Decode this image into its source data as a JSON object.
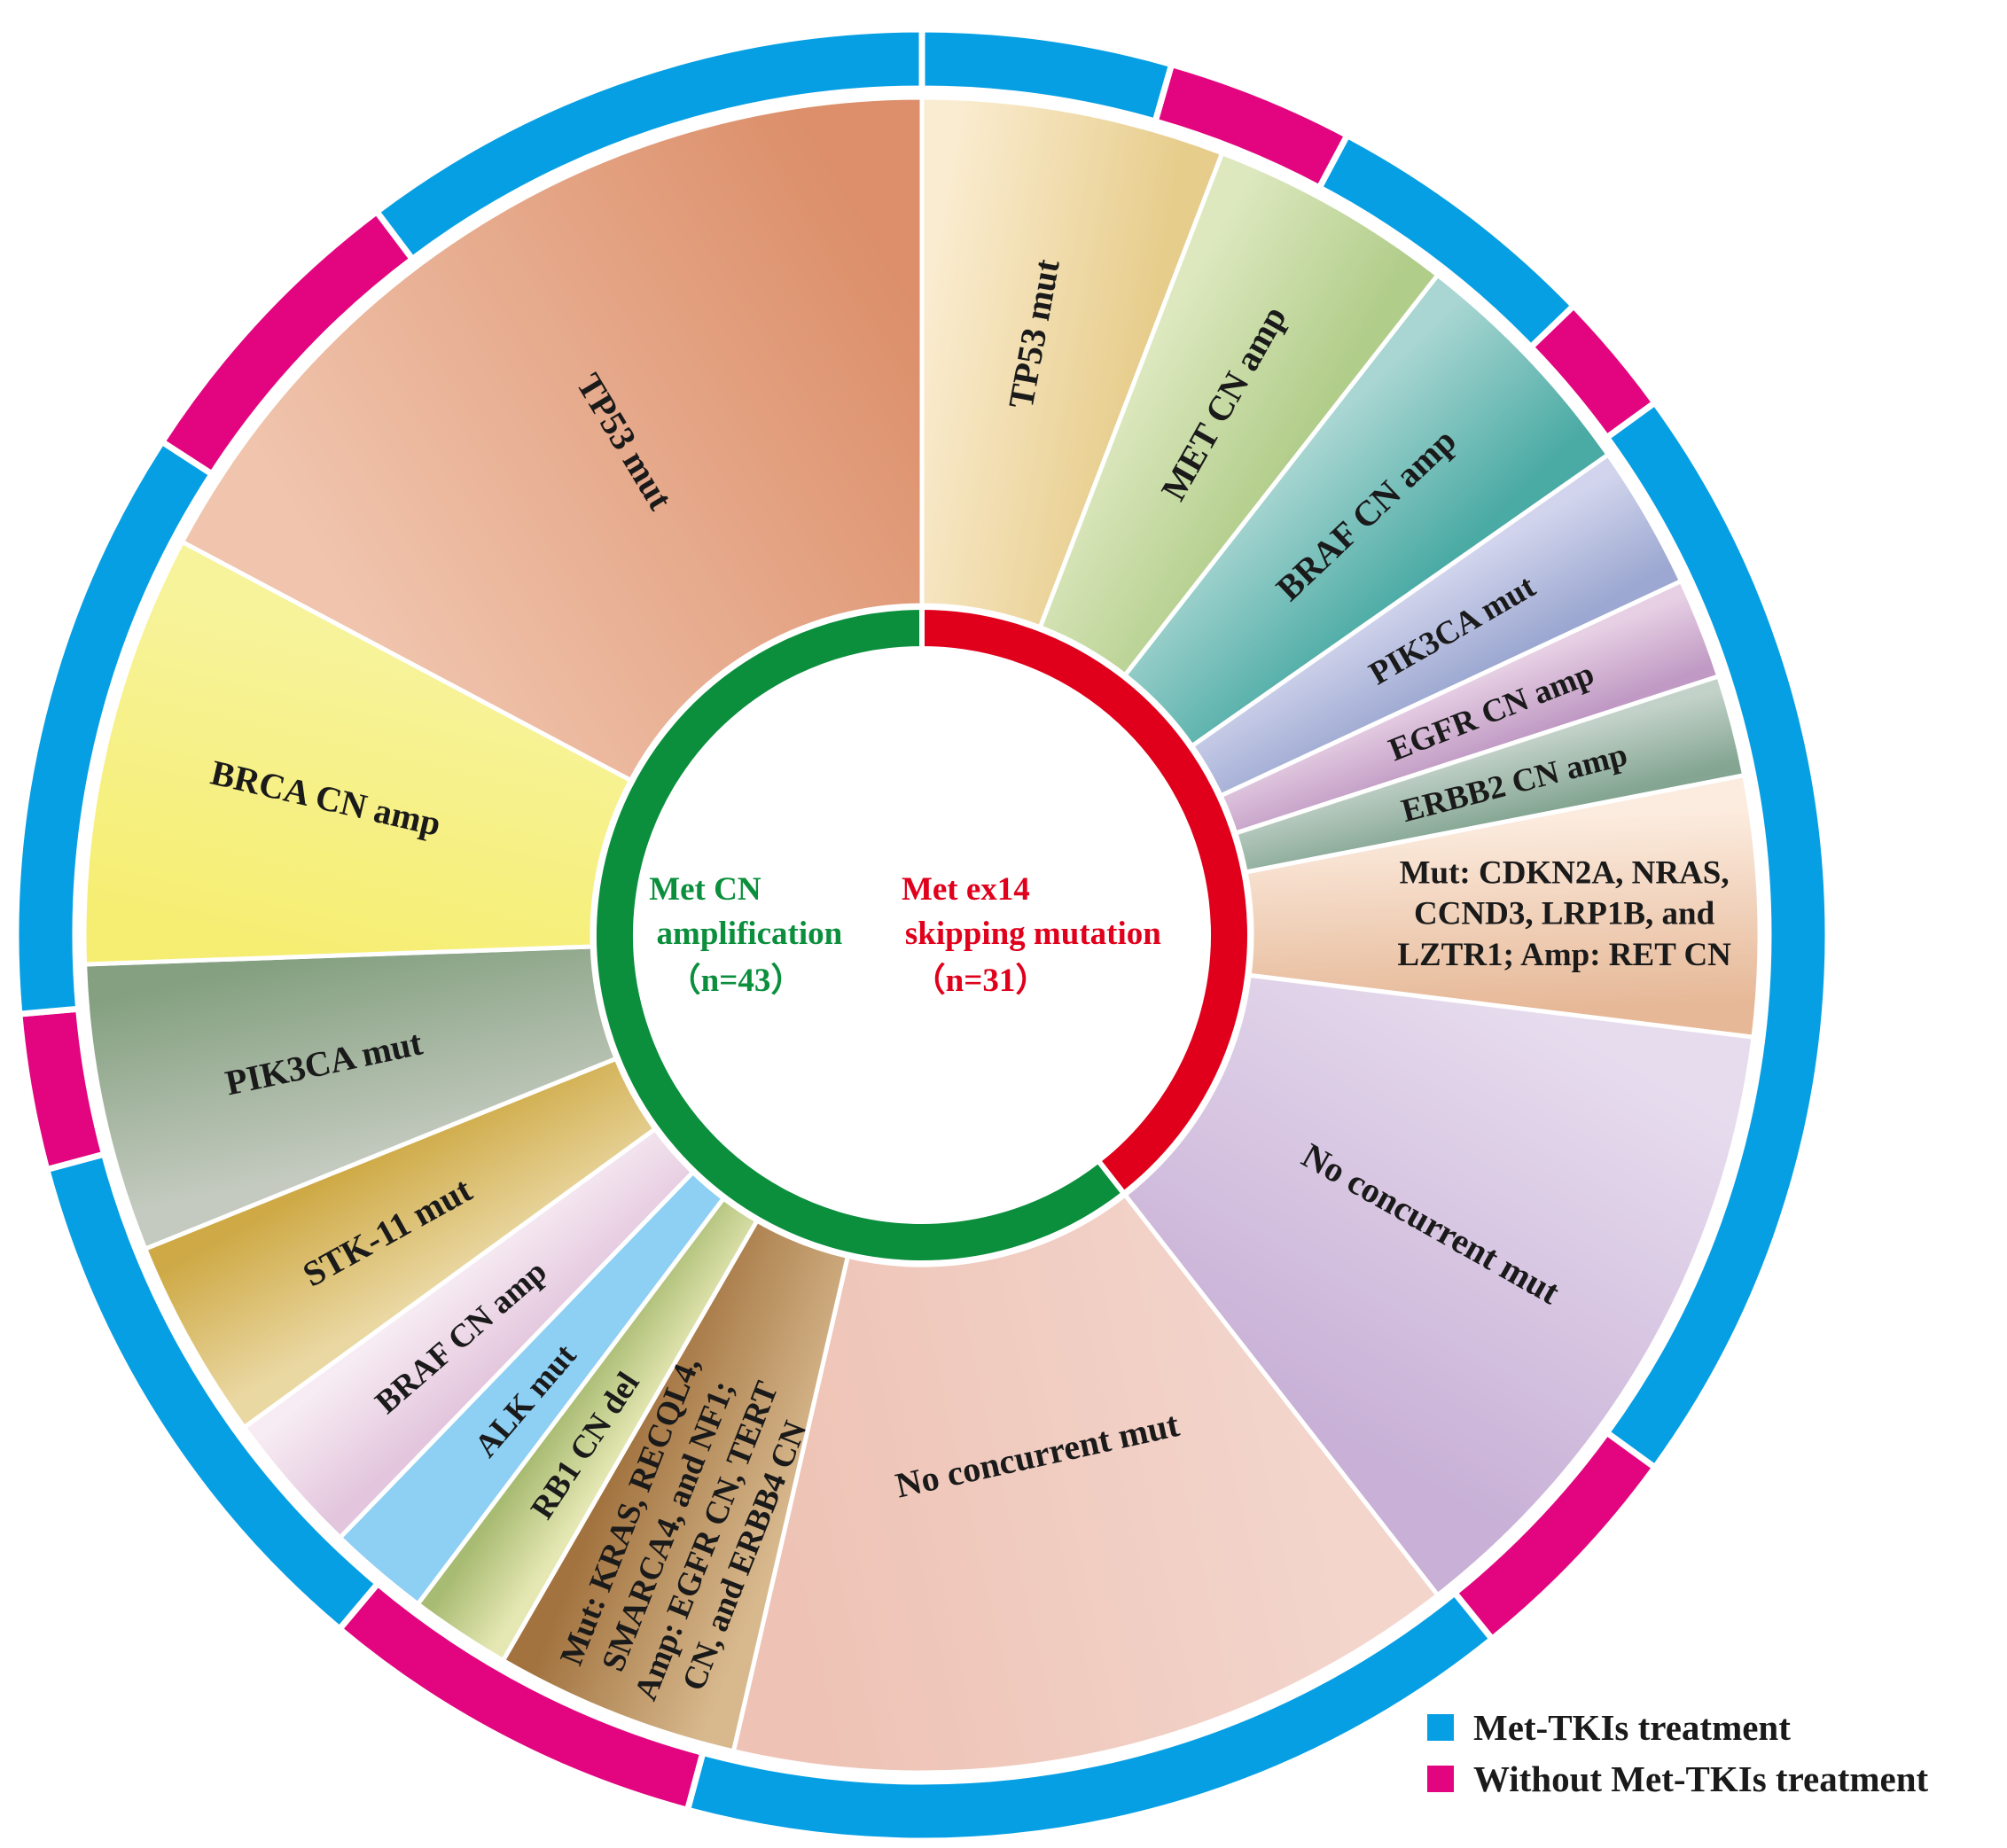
{
  "colors": {
    "met_tki": "#069fe4",
    "without_met_tki": "#e2057f",
    "cn_amp_group": "#0b8f3d",
    "ex14_group": "#e0001b"
  },
  "center": {
    "left_group_lines": [
      "Met CN",
      "amplification",
      "（n=43）"
    ],
    "right_group_lines": [
      "Met ex14",
      "skipping mutation",
      "（n=31）"
    ]
  },
  "legend": {
    "met_tki_label": "Met-TKIs treatment",
    "without_label": "Without Met-TKIs treatment"
  },
  "chart_data": {
    "type": "sunburst",
    "inner_ring": [
      {
        "name": "Met CN amplification",
        "n": 43
      },
      {
        "name": "Met ex14 skipping mutation",
        "n": 31
      }
    ],
    "segments": [
      {
        "group": "Met ex14 skipping mutation",
        "lines": [
          "TP53 mut"
        ],
        "start": 0,
        "end": 21,
        "c1": "#faecd0",
        "c2": "#e7cd8c"
      },
      {
        "group": "Met ex14 skipping mutation",
        "lines": [
          "MET CN amp"
        ],
        "start": 21,
        "end": 38,
        "c1": "#dde8bf",
        "c2": "#b1cd8a"
      },
      {
        "group": "Met ex14 skipping mutation",
        "lines": [
          "BRAF CN amp"
        ],
        "start": 38,
        "end": 55,
        "c1": "#a9d6d2",
        "c2": "#4aaaa4"
      },
      {
        "group": "Met ex14 skipping mutation",
        "lines": [
          "PIK3CA mut"
        ],
        "start": 55,
        "end": 65,
        "c1": "#d1d4ec",
        "c2": "#9ca8d1"
      },
      {
        "group": "Met ex14 skipping mutation",
        "lines": [
          "EGFR CN amp"
        ],
        "start": 65,
        "end": 72,
        "c1": "#e7d0e4",
        "c2": "#c09ac4"
      },
      {
        "group": "Met ex14 skipping mutation",
        "lines": [
          "ERBB2 CN amp"
        ],
        "start": 72,
        "end": 79,
        "c1": "#c3d2c9",
        "c2": "#83a592"
      },
      {
        "group": "Met ex14 skipping mutation",
        "lines": [
          "Mut: CDKN2A, NRAS,",
          "CCND3, LRP1B, and",
          "LZTR1; Amp: RET CN"
        ],
        "start": 79,
        "end": 97,
        "c1": "#fcecdf",
        "c2": "#e6b897"
      },
      {
        "group": "Met ex14 skipping mutation",
        "lines": [
          "No concurrent mut"
        ],
        "start": 97,
        "end": 142,
        "c1": "#e7dcee",
        "c2": "#c8b0d6"
      },
      {
        "group": "Met CN amplification",
        "lines": [
          "No concurrent mut"
        ],
        "start": 142,
        "end": 193,
        "c1": "#f3d5cc",
        "c2": "#eec3b5"
      },
      {
        "group": "Met CN amplification",
        "lines": [
          "Mut: KRAS, RECQL4,",
          "SMARCA4, and NF1;",
          "Amp: EGFR CN, TERT",
          "CN, and ERBB4 CN"
        ],
        "start": 193,
        "end": 210,
        "c1": "#d8b98e",
        "c2": "#a2733f"
      },
      {
        "group": "Met CN amplification",
        "lines": [
          "RB1 CN del"
        ],
        "start": 210,
        "end": 217,
        "c1": "#e6e8b4",
        "c2": "#a8bb72"
      },
      {
        "group": "Met CN amplification",
        "lines": [
          "ALK mut"
        ],
        "start": 217,
        "end": 224,
        "c1": "#8ecff4",
        "c2": "#8ecff4"
      },
      {
        "group": "Met CN amplification",
        "lines": [
          "BRAF CN amp"
        ],
        "start": 224,
        "end": 234,
        "c1": "#e3c6dd",
        "c2": "#f7ecf3"
      },
      {
        "group": "Met CN amplification",
        "lines": [
          "STK-11 mut"
        ],
        "start": 234,
        "end": 248,
        "c1": "#ead8a3",
        "c2": "#cea945"
      },
      {
        "group": "Met CN amplification",
        "lines": [
          "PIK3CA mut"
        ],
        "start": 248,
        "end": 268,
        "c1": "#c4cabf",
        "c2": "#84a080"
      },
      {
        "group": "Met CN amplification",
        "lines": [
          "BRCA CN amp"
        ],
        "start": 268,
        "end": 298,
        "c1": "#f6ee72",
        "c2": "#f7f39a"
      },
      {
        "group": "Met CN amplification",
        "lines": [
          "TP53 mut"
        ],
        "start": 298,
        "end": 360,
        "c1": "#f0c4ad",
        "c2": "#dc8f6a"
      }
    ],
    "outer_ring": [
      {
        "treatment": "Met-TKIs",
        "start": 0,
        "end": 16
      },
      {
        "treatment": "Without Met-TKIs",
        "start": 16,
        "end": 28
      },
      {
        "treatment": "Met-TKIs",
        "start": 28,
        "end": 46
      },
      {
        "treatment": "Without Met-TKIs",
        "start": 46,
        "end": 54
      },
      {
        "treatment": "Met-TKIs",
        "start": 54,
        "end": 126
      },
      {
        "treatment": "Without Met-TKIs",
        "start": 126,
        "end": 141
      },
      {
        "treatment": "Met-TKIs",
        "start": 141,
        "end": 195
      },
      {
        "treatment": "Without Met-TKIs",
        "start": 195,
        "end": 220
      },
      {
        "treatment": "Met-TKIs",
        "start": 220,
        "end": 255
      },
      {
        "treatment": "Without Met-TKIs",
        "start": 255,
        "end": 265
      },
      {
        "treatment": "Met-TKIs",
        "start": 265,
        "end": 303
      },
      {
        "treatment": "Without Met-TKIs",
        "start": 303,
        "end": 323
      },
      {
        "treatment": "Met-TKIs",
        "start": 323,
        "end": 360
      }
    ]
  }
}
